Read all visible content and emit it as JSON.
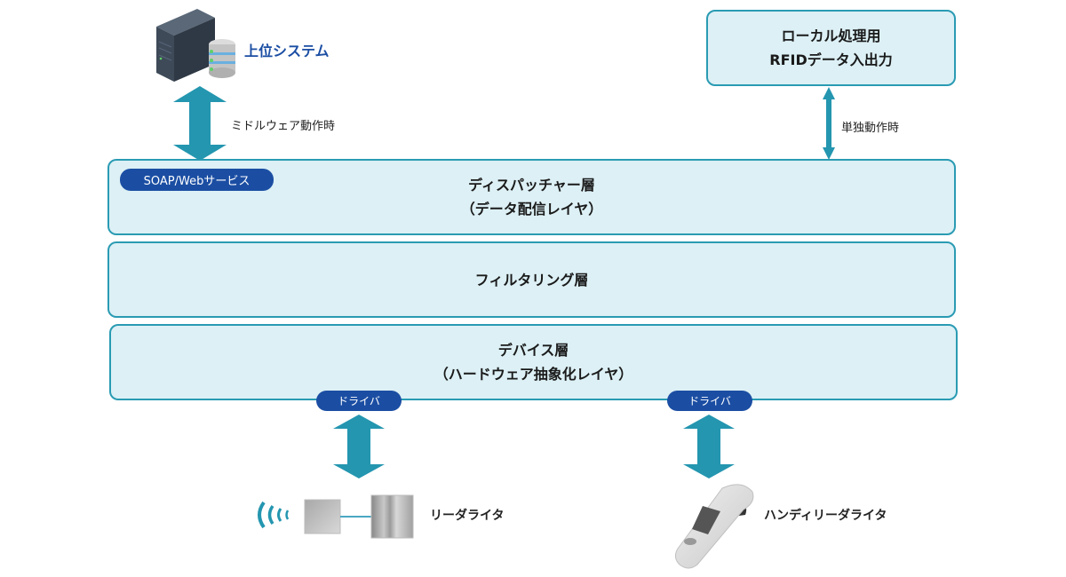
{
  "upper_system": {
    "label": "上位システム",
    "icon": "server-database-icon"
  },
  "middleware_arrow": {
    "label": "ミドルウェア動作時",
    "icon": "double-arrow-icon"
  },
  "local_box": {
    "line1": "ローカル処理用",
    "line2": "RFIDデータ入出力"
  },
  "standalone_arrow": {
    "label": "単独動作時",
    "icon": "double-arrow-icon"
  },
  "layers": {
    "dispatcher": {
      "line1": "ディスパッチャー層",
      "line2": "（データ配信レイヤ）",
      "badge": "SOAP/Webサービス"
    },
    "filtering": {
      "line1": "フィルタリング層"
    },
    "device": {
      "line1": "デバイス層",
      "line2": "（ハードウェア抽象化レイヤ）"
    }
  },
  "drivers": [
    {
      "label": "ドライバ"
    },
    {
      "label": "ドライバ"
    }
  ],
  "devices": [
    {
      "label": "リーダライタ",
      "icon": "reader-writer-icon"
    },
    {
      "label": "ハンディリーダライタ",
      "icon": "handy-reader-icon"
    }
  ],
  "colors": {
    "accent": "#2a9bb3",
    "layer_fill": "#dcf0f5",
    "badge": "#1b4ea3",
    "title_blue": "#1b4ea3"
  }
}
